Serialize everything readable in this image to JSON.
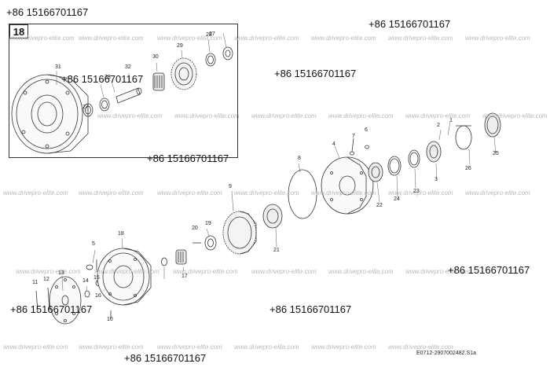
{
  "diagram": {
    "inset_label": "18",
    "reference_code": "E0712-2907002482.S1a",
    "watermark_text": "www.drivepro-elite.com",
    "phone_text": "+86 15166701167",
    "part_numbers": [
      "1",
      "2",
      "3",
      "4",
      "5",
      "6",
      "7",
      "8",
      "9",
      "10",
      "11",
      "12",
      "13",
      "14",
      "15",
      "16",
      "17",
      "18",
      "19",
      "20",
      "21",
      "22",
      "23",
      "24",
      "25",
      "26",
      "27",
      "27",
      "28",
      "29",
      "30",
      "31",
      "32",
      "33"
    ]
  }
}
